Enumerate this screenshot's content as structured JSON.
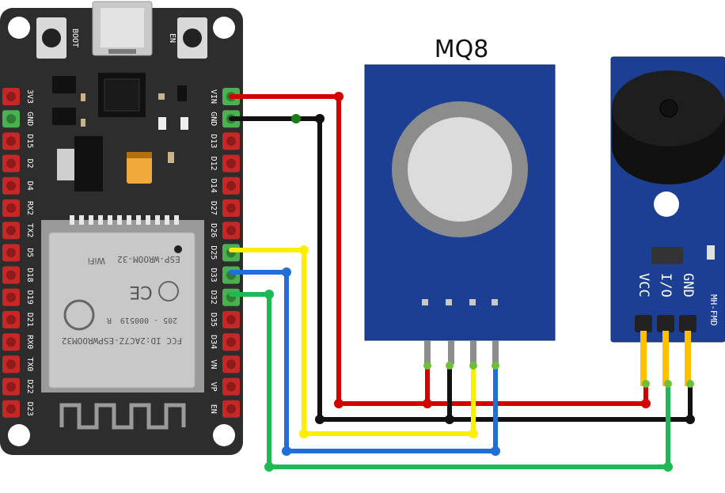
{
  "sensor": {
    "title": "MQ8"
  },
  "esp32": {
    "buttons": {
      "boot": "BOOT",
      "en": "EN"
    },
    "left_pins": [
      "3V3",
      "GND",
      "D15",
      "D2",
      "D4",
      "RX2",
      "TX2",
      "D5",
      "D18",
      "D19",
      "D21",
      "RX0",
      "TX0",
      "D22",
      "D23"
    ],
    "right_pins": [
      "VIN",
      "GND",
      "D13",
      "D12",
      "D14",
      "D27",
      "D26",
      "D25",
      "D33",
      "D32",
      "D35",
      "D34",
      "VN",
      "VP",
      "EN"
    ],
    "module": {
      "line1": "FCC ID:2AC7Z-ESPWROOM32",
      "line2": "205 - 000519",
      "r_mark": "R",
      "ce_mark": "CE",
      "wifi_mark": "WiFi",
      "model": "ESP-WROOM-32"
    }
  },
  "buzzer": {
    "pins": [
      "VCC",
      "I/O",
      "GND"
    ],
    "model": "MH-FMD"
  },
  "colors": {
    "board": "#2d2d2d",
    "pcb_blue": "#1c3f94",
    "wire_red": "#d40000",
    "wire_black": "#111111",
    "wire_yellow": "#ffee00",
    "wire_blue": "#1f6fd6",
    "wire_green": "#1db954"
  },
  "connections": [
    {
      "from": "ESP32 VIN",
      "to": "MQ8 VCC / Buzzer VCC",
      "color": "red"
    },
    {
      "from": "ESP32 GND",
      "to": "MQ8 GND / Buzzer GND",
      "color": "black"
    },
    {
      "from": "ESP32 D25",
      "to": "MQ8 DO",
      "color": "yellow"
    },
    {
      "from": "ESP32 D33",
      "to": "MQ8 AO",
      "color": "blue"
    },
    {
      "from": "ESP32 D32",
      "to": "Buzzer I/O",
      "color": "green"
    }
  ]
}
